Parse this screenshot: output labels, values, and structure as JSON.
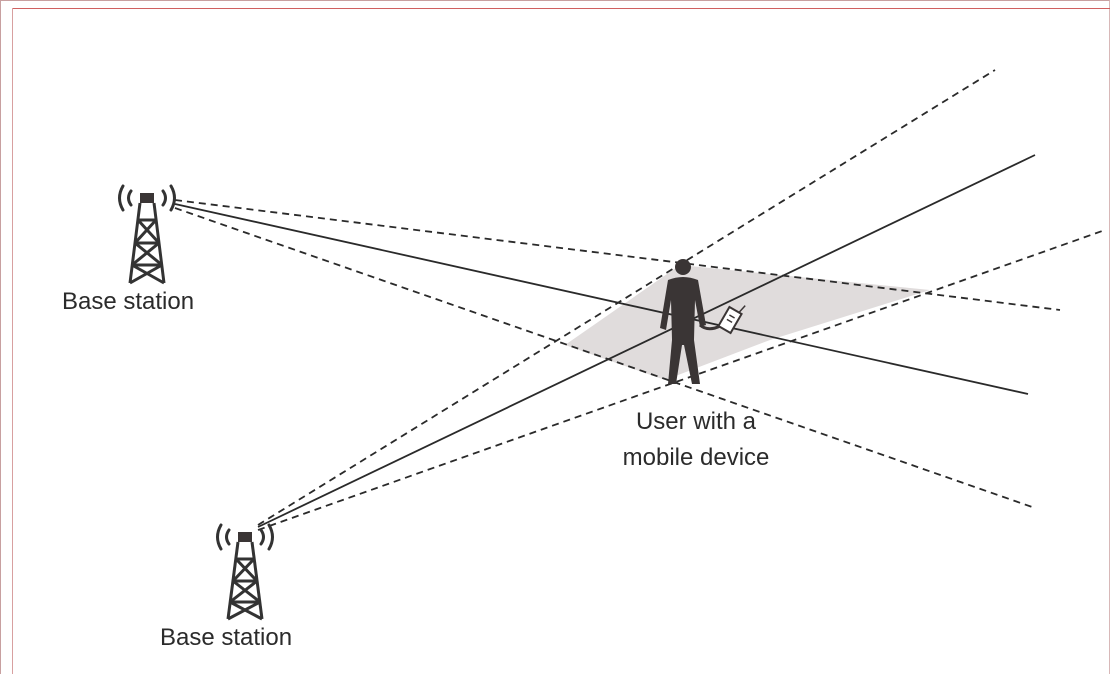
{
  "labels": {
    "station_top": "Base station",
    "station_bottom": "Base station",
    "user_line1": "User with a",
    "user_line2": "mobile device"
  },
  "icons": {
    "tower": "radio-tower-icon",
    "user": "person-with-phone-icon"
  },
  "colors": {
    "line": "#2a2a2a",
    "region": "#e0dcdc",
    "figure": "#3a3535"
  }
}
